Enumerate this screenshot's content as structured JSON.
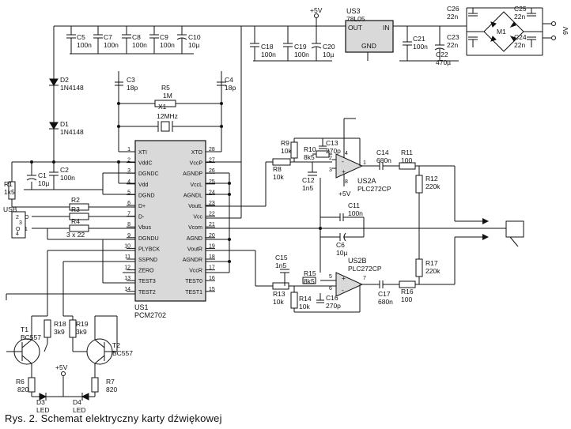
{
  "caption": "Rys. 2. Schemat elektryczny karty dźwiękowej",
  "supply": {
    "plus5v": "+5V",
    "nine_v": "9V"
  },
  "ic_pcm": {
    "ref": "US1",
    "part": "PCM2702",
    "left_pins": [
      {
        "n": "1",
        "name": "XTI"
      },
      {
        "n": "2",
        "name": "VddC"
      },
      {
        "n": "3",
        "name": "DGNDC"
      },
      {
        "n": "4",
        "name": "Vdd"
      },
      {
        "n": "5",
        "name": "DGND"
      },
      {
        "n": "6",
        "name": "D+"
      },
      {
        "n": "7",
        "name": "D-"
      },
      {
        "n": "8",
        "name": "Vbus"
      },
      {
        "n": "9",
        "name": "DGNDU"
      },
      {
        "n": "10",
        "name": "PLYBCK"
      },
      {
        "n": "11",
        "name": "SSPND"
      },
      {
        "n": "12",
        "name": "ZERO"
      },
      {
        "n": "13",
        "name": "TEST3"
      },
      {
        "n": "14",
        "name": "TEST2"
      }
    ],
    "right_pins": [
      {
        "n": "28",
        "name": "XTO"
      },
      {
        "n": "27",
        "name": "VccP"
      },
      {
        "n": "26",
        "name": "AGNDP"
      },
      {
        "n": "25",
        "name": "VccL"
      },
      {
        "n": "24",
        "name": "AGNDL"
      },
      {
        "n": "23",
        "name": "VoutL"
      },
      {
        "n": "22",
        "name": "Vcc"
      },
      {
        "n": "21",
        "name": "Vcom"
      },
      {
        "n": "20",
        "name": "AGND"
      },
      {
        "n": "19",
        "name": "VoutR"
      },
      {
        "n": "18",
        "name": "AGNDR"
      },
      {
        "n": "17",
        "name": "VccR"
      },
      {
        "n": "16",
        "name": "TEST0"
      },
      {
        "n": "15",
        "name": "TEST1"
      }
    ]
  },
  "regulator": {
    "ref": "US3",
    "part": "78L05",
    "out": "OUT",
    "in": "IN",
    "gnd": "GND"
  },
  "bridge": {
    "ref": "M1"
  },
  "opamp_a": {
    "ref": "US2A",
    "part": "PLC272CP",
    "pins": {
      "out": "1",
      "inm": "2",
      "inp": "3",
      "v": "4",
      "g": "8"
    }
  },
  "opamp_b": {
    "ref": "US2B",
    "part": "PLC272CP",
    "pins": {
      "inp": "5",
      "inm": "6",
      "out": "7"
    }
  },
  "usb": {
    "label": "USB",
    "pins": [
      "1",
      "2",
      "3",
      "4"
    ]
  },
  "crystal": {
    "ref": "X1",
    "value": "12MHz"
  },
  "components": {
    "C5": "100n",
    "C7": "100n",
    "C8": "100n",
    "C9": "100n",
    "C10": "10µ",
    "C18": "100n",
    "C19": "100n",
    "C20": "10µ",
    "C21": "100n",
    "C22": "470µ",
    "C23": "22n",
    "C24": "22n",
    "C25": "22n",
    "C26": "22n",
    "C3": "18p",
    "C4": "18p",
    "R5": "1M",
    "D1": "1N4148",
    "D2": "1N4148",
    "R1": "1k5",
    "C1": "10µ",
    "C2": "100n",
    "R2": "",
    "R3": "",
    "R4": "3 x 22",
    "R9": "10k",
    "R10": "8k5",
    "C13": "270p",
    "C14": "680n",
    "R11": "100",
    "R12": "220k",
    "R8": "10k",
    "C12": "1n5",
    "C11": "100n",
    "C6": "10µ",
    "C15": "1n5",
    "R15": "8k5",
    "C17": "680n",
    "R17": "220k",
    "R16": "100",
    "R13": "10k",
    "R14": "10k",
    "C16": "270p",
    "T1": "BC557",
    "T2": "BC557",
    "R18": "3k9",
    "R19": "3k9",
    "R6": "820",
    "R7": "820",
    "D3": "LED",
    "D4": "LED"
  }
}
